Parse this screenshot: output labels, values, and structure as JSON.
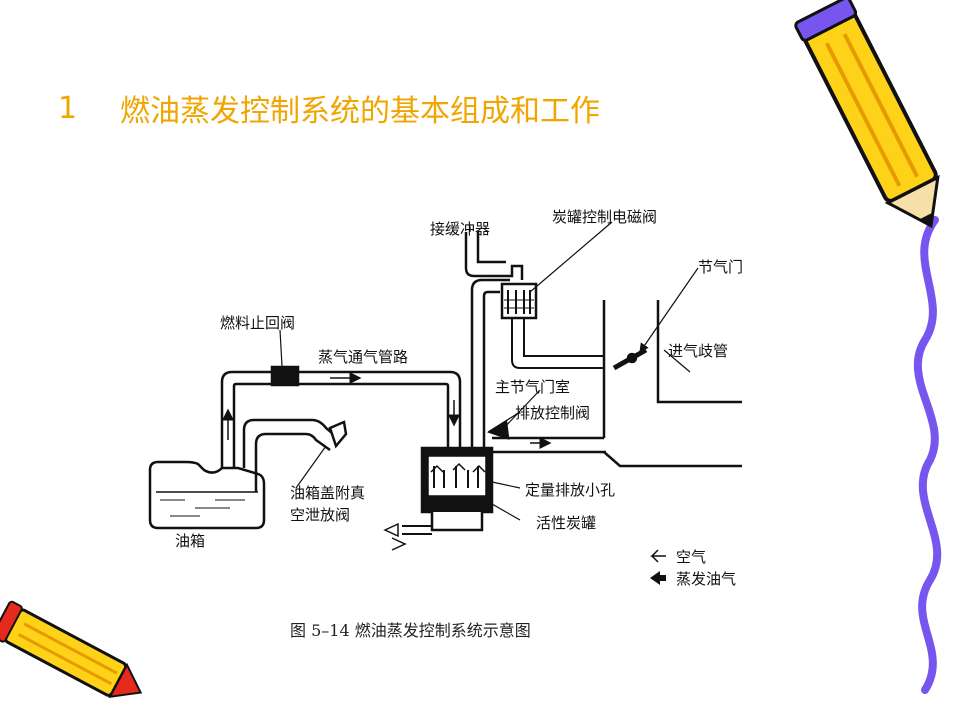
{
  "slide": {
    "number": "1",
    "title": "燃油蒸发控制系统的基本组成和工作"
  },
  "labels": {
    "buffer": "接缓冲器",
    "solenoid": "炭罐控制电磁阀",
    "throttle": "节气门",
    "check_valve": "燃料止回阀",
    "vapor_pipe": "蒸气通气管路",
    "manifold": "进气歧管",
    "throttle_body": "主节气门室",
    "purge_valve": "排放控制阀",
    "orifice": "定量排放小孔",
    "tank_cap_line1": "油箱盖附真",
    "tank_cap_line2": "空泄放阀",
    "canister": "活性炭罐",
    "tank": "油箱"
  },
  "legend": {
    "air": "空气",
    "vapor": "蒸发油气"
  },
  "caption": "图 5–14    燃油蒸发控制系统示意图",
  "colors": {
    "title": "#f0a500",
    "pencil_yellow": "#ffd21a",
    "pencil_red": "#e52b1e",
    "squiggle": "#7755ee"
  }
}
